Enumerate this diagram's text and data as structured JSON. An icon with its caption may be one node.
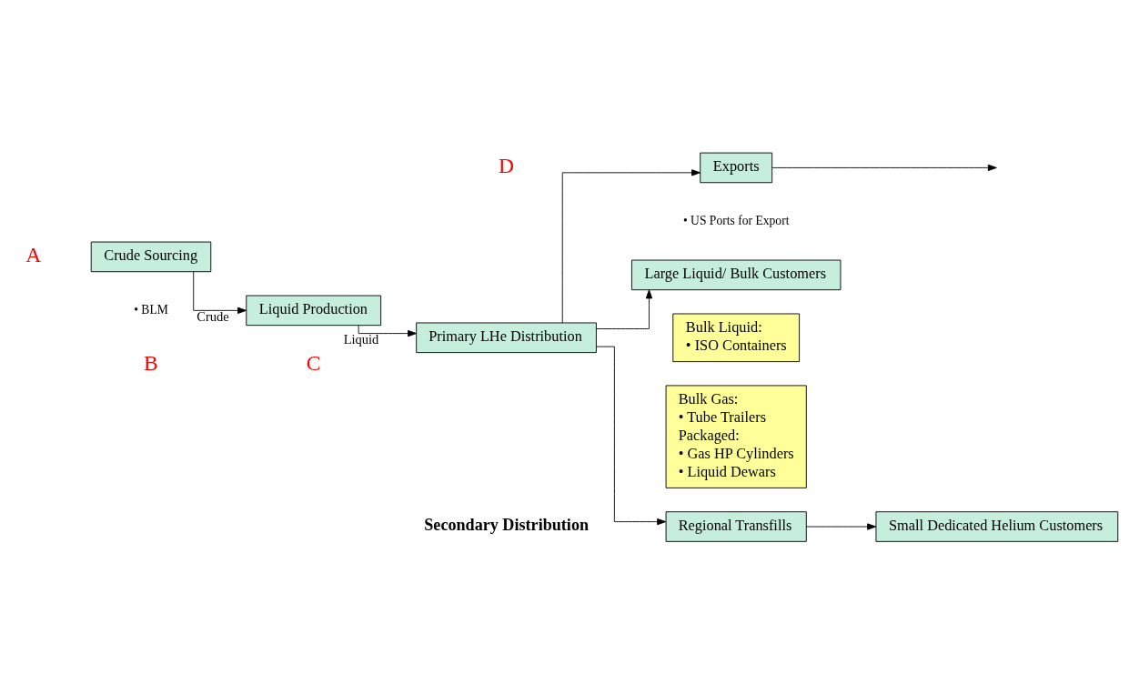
{
  "diagram": {
    "nodes": [
      {
        "text": [
          "Crude Sourcing"
        ],
        "beside": [
          "• BLM"
        ]
      },
      {
        "text": [
          "Liquid Production"
        ]
      },
      {
        "text": [
          "Primary LHe Distribution"
        ]
      },
      {
        "text": [
          "Large Liquid/ Bulk Customers"
        ]
      },
      {
        "text": [
          "Exports"
        ],
        "beside": [
          "• US Ports for Export"
        ]
      },
      {
        "text": [
          "Regional Transfills"
        ]
      },
      {
        "text": [
          "Small Dedicated Helium Customers"
        ]
      },
      {
        "text": [
          "Bulk Liquid:",
          "• ISO Containers"
        ]
      },
      {
        "text": [
          "Bulk Gas:",
          "• Tube Trailers",
          "Packaged:",
          "• Gas HP Cylinders",
          "• Liquid Dewars"
        ]
      }
    ],
    "edges": [
      {
        "from": 0,
        "to": 1,
        "arrow": "to",
        "label": "Crude"
      },
      {
        "from": 1,
        "to": 2,
        "arrow": "to",
        "label": "Liquid"
      },
      {
        "from": 2,
        "to": 3,
        "arrow": "to"
      },
      {
        "from": 2,
        "to": 4,
        "arrow": "to"
      },
      {
        "from": 2,
        "to": 5,
        "arrow": "to"
      },
      {
        "from": 5,
        "to": 6,
        "arrow": "to"
      },
      {
        "from": 4,
        "to": null,
        "arrow": "to"
      }
    ],
    "labels": [
      "C",
      "B",
      "A",
      "D",
      "Secondary Distribution"
    ]
  }
}
